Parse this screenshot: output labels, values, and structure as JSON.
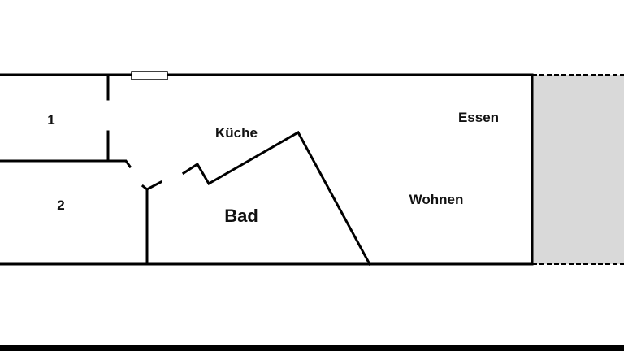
{
  "rooms": {
    "room1": "1",
    "room2": "2",
    "kitchen": "Küche",
    "bath": "Bad",
    "dining": "Essen",
    "living": "Wohnen"
  },
  "colors": {
    "wall": "#000000",
    "terrace": "#d9d9d9"
  }
}
